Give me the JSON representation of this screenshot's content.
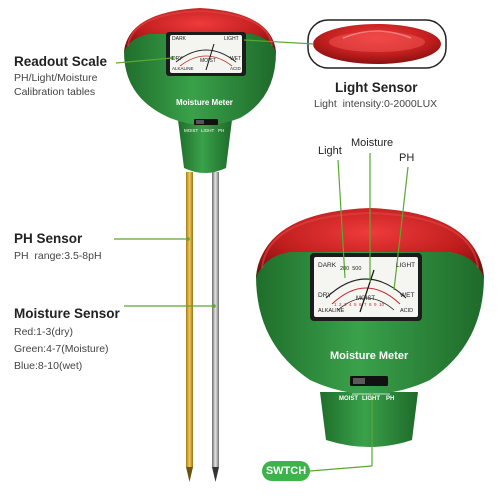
{
  "readout_scale": {
    "title": "Readout Scale",
    "lines": [
      "PH/Light/Moisture",
      "Calibration tables"
    ]
  },
  "light_sensor": {
    "title": "Light Sensor",
    "detail": "Light  intensity:0-2000LUX"
  },
  "ph_sensor": {
    "title": "PH Sensor",
    "detail": "PH  range:3.5-8pH"
  },
  "moisture_sensor": {
    "title": "Moisture Sensor",
    "lines": [
      "Red:1-3(dry)",
      "Green:4-7(Moisture)",
      "Blue:8-10(wet)"
    ]
  },
  "pointers": {
    "light": "Light",
    "moisture": "Moisture",
    "ph": "PH"
  },
  "device_small": {
    "name": "Moisture Meter",
    "dial": {
      "dark": "DARK",
      "light": "LIGHT",
      "dry": "DRY",
      "moist": "MOIST",
      "wet": "WET",
      "alkaline": "ALKALINE",
      "acid": "ACID"
    },
    "switch": {
      "moist": "MOIST",
      "light": "LIGHT",
      "ph": "PH"
    }
  },
  "device_large": {
    "name": "Moisture Meter",
    "dial": {
      "dark": "DARK",
      "light": "LIGHT",
      "dry": "DRY",
      "moist": "MOIST",
      "wet": "WET",
      "alkaline": "ALKALINE",
      "acid": "ACID",
      "scale_top": "200  500",
      "scale_num": "1  2  3  4  5  6  7  8  9  10"
    },
    "switch": {
      "moist": "MOIST",
      "light": "LIGHT",
      "ph": "PH"
    }
  },
  "switch_badge": "SWTCH",
  "colors": {
    "green_body": "#2e8b3a",
    "red_cap": "#c62828",
    "badge": "#3bb54a",
    "callout_line": "#5aa832"
  }
}
